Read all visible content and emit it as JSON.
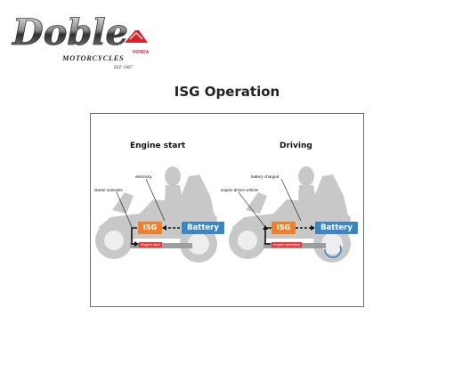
{
  "brand": {
    "logo_text": "Doble",
    "wing_text": "HONDA",
    "subtitle": "MOTORCYCLES",
    "est": "EST. 1967"
  },
  "page": {
    "title": "ISG Operation"
  },
  "diagram": {
    "left": {
      "heading": "Engine start",
      "callout_electricity": "electricity",
      "callout_starter": "starter activates",
      "isg_label": "ISG",
      "battery_label": "Battery",
      "tag": "Engine start"
    },
    "right": {
      "heading": "Driving",
      "callout_battery_charged": "battery charged",
      "callout_engine_drives": "engine drives vehicle",
      "isg_label": "ISG",
      "battery_label": "Battery",
      "tag": "engine operation"
    },
    "colors": {
      "isg": "#ef7f2d",
      "battery": "#3d86c6",
      "tag": "#e6393e",
      "bike": "#c8c8c8"
    }
  }
}
